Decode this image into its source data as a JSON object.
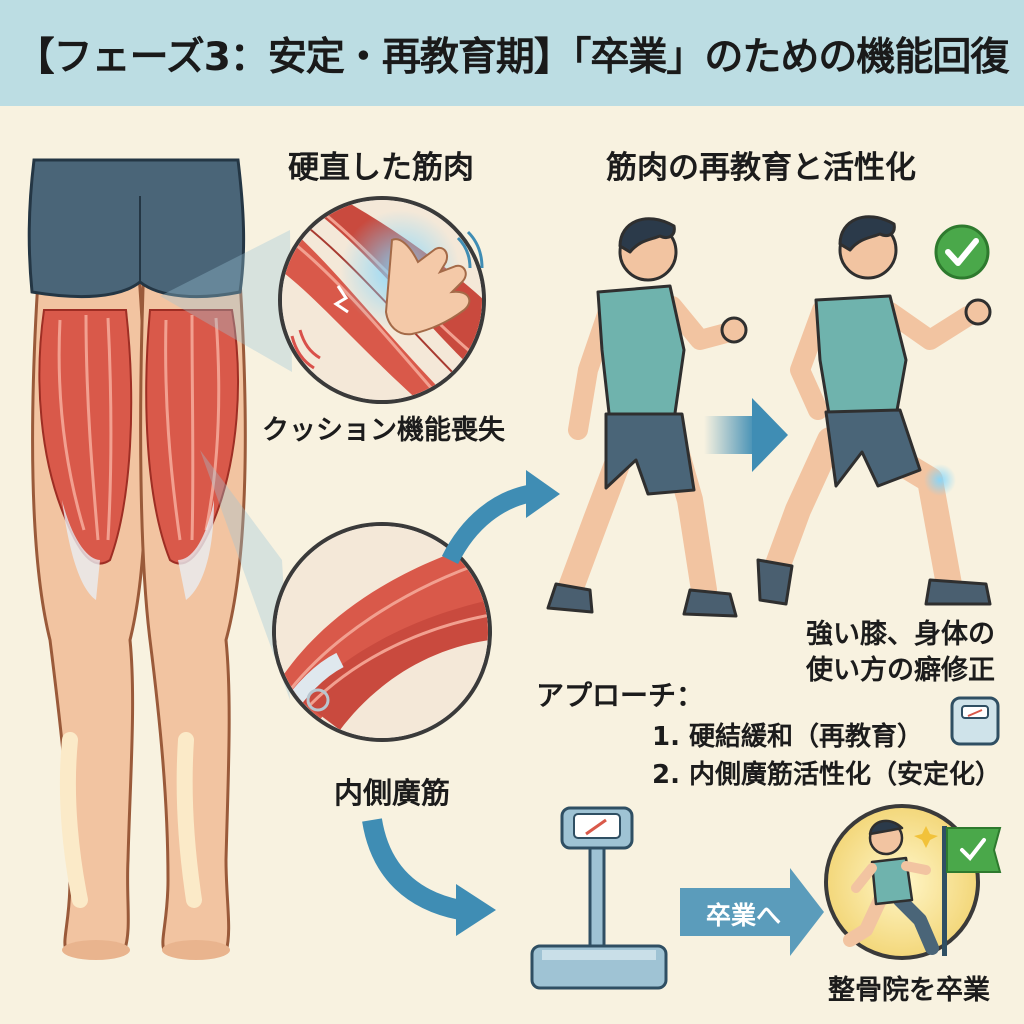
{
  "header": {
    "title": "【フェーズ3：安定・再教育期】「卒業」のための機能回復"
  },
  "panels": {
    "stiff_title": "硬直した筋肉",
    "retrain_title": "筋肉の再教育と活性化"
  },
  "labels": {
    "cushion": "クッション機能喪失",
    "vmo": "内側廣筋",
    "result_line1": "強い膝、身体の",
    "result_line2": "使い方の癖修正",
    "graduation_arrow": "卒業へ",
    "clinic_graduation": "整骨院を卒業"
  },
  "approach": {
    "title": "アプローチ：",
    "items": [
      "1. 硬結緩和（再教育）",
      "2. 内側廣筋活性化（安定化）"
    ]
  },
  "colors": {
    "header_bg": "#bcdde3",
    "background": "#f8f2e0",
    "muscle": "#d9594a",
    "skin": "#f2c4a1",
    "arrow_blue": "#3f8db4",
    "shirt": "#6fb3ad",
    "shorts": "#4a6578",
    "check_green": "#4aa84a"
  },
  "icons": [
    "check-icon",
    "scale-icon",
    "flag-icon",
    "hand-icon",
    "running-man-icon",
    "arrow-right-icon"
  ]
}
